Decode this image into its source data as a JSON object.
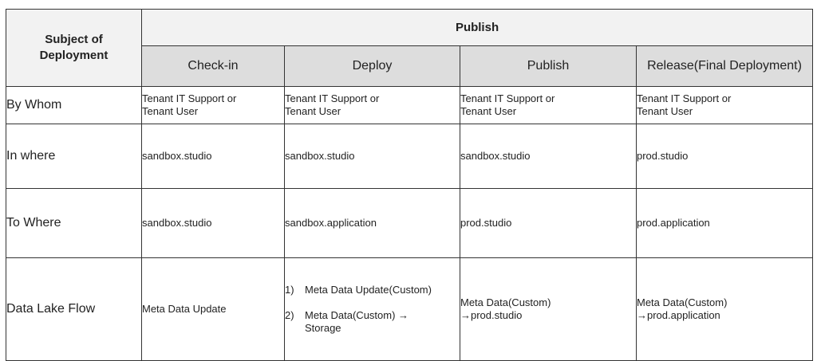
{
  "header": {
    "subject": "Subject of\nDeployment",
    "group": "Publish",
    "stages": [
      "Check-in",
      "Deploy",
      "Publish",
      "Release(Final Deployment)"
    ]
  },
  "rows": {
    "by_whom": {
      "label": "By Whom",
      "cells": [
        "Tenant IT Support or\nTenant User",
        "Tenant IT Support or\nTenant User",
        "Tenant IT Support or\nTenant User",
        "Tenant IT Support or\nTenant User"
      ]
    },
    "in_where": {
      "label": "In where",
      "cells": [
        "sandbox.studio",
        "sandbox.studio",
        "sandbox.studio",
        "prod.studio"
      ]
    },
    "to_where": {
      "label": "To Where",
      "cells": [
        "sandbox.studio",
        "sandbox.application",
        "prod.studio",
        "prod.application"
      ]
    },
    "data_lake_flow": {
      "label": "Data Lake Flow",
      "checkin": "Meta Data Update",
      "deploy_steps": [
        {
          "num": "1)",
          "text": "Meta Data Update(Custom)"
        },
        {
          "num": "2)",
          "text": "Meta Data(Custom) →\nStorage"
        }
      ],
      "publish": "Meta Data(Custom)\n→prod.studio",
      "release": "Meta Data(Custom)\n→prod.application"
    }
  }
}
